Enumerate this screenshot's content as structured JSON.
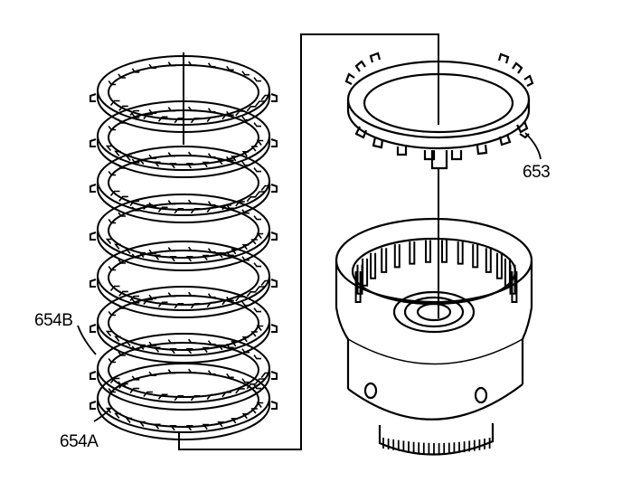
{
  "labels": {
    "reaction_plate": "653",
    "clutch_plate_b": "654B",
    "clutch_plate_a": "654A"
  },
  "colors": {
    "ink": "#000000",
    "paper": "#ffffff",
    "shade": "#dcdcdc"
  }
}
